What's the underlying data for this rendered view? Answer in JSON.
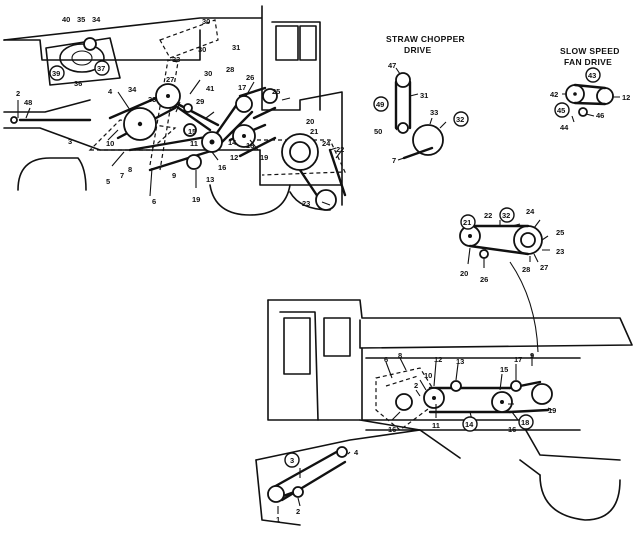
{
  "figure": {
    "captions": {
      "straw_chopper": [
        "STRAW CHOPPER",
        "DRIVE"
      ],
      "slow_speed_fan": [
        "SLOW SPEED",
        "FAN DRIVE"
      ]
    },
    "top_left_labels": [
      "40",
      "35",
      "34",
      "30",
      "31",
      "30",
      "33",
      "27",
      "30",
      "28",
      "26",
      "25",
      "2",
      "48",
      "4",
      "34",
      "33",
      "10",
      "41",
      "29",
      "17",
      "3",
      "11",
      "14",
      "12",
      "18",
      "19",
      "21",
      "20",
      "24",
      "22",
      "5",
      "7",
      "8",
      "9",
      "6",
      "15",
      "16",
      "13",
      "19",
      "23",
      "39",
      "36",
      "37"
    ],
    "straw_chopper_labels": [
      "47",
      "31",
      "49",
      "50",
      "33",
      "32",
      "7"
    ],
    "fan_drive_labels": [
      "43",
      "42",
      "12",
      "45",
      "46",
      "44"
    ],
    "inset_labels": [
      "21",
      "22",
      "32",
      "24",
      "25",
      "23",
      "20",
      "26",
      "28",
      "27"
    ],
    "bottom_labels": [
      "6",
      "8",
      "12",
      "13",
      "17",
      "9",
      "10",
      "2",
      "15",
      "19",
      "11",
      "14",
      "18",
      "16",
      "3",
      "4",
      "1",
      "2"
    ]
  }
}
